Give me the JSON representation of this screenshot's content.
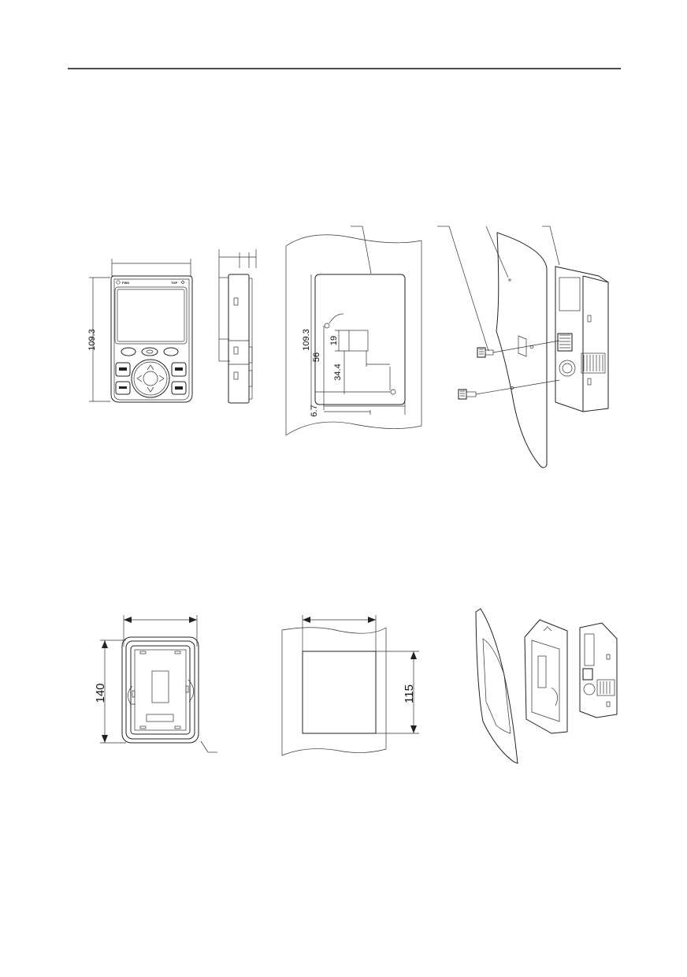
{
  "keypad_front": {
    "height_dim": "109.3",
    "led_left": "FWD",
    "led_right": "TOP"
  },
  "panel_cutout": {
    "dim_height": "109.3",
    "dim_56": "56",
    "dim_19": "19",
    "dim_34": "34.4",
    "dim_67": "6.7"
  },
  "bracket_front": {
    "height_dim": "140"
  },
  "bracket_cutout": {
    "height_dim": "115"
  }
}
